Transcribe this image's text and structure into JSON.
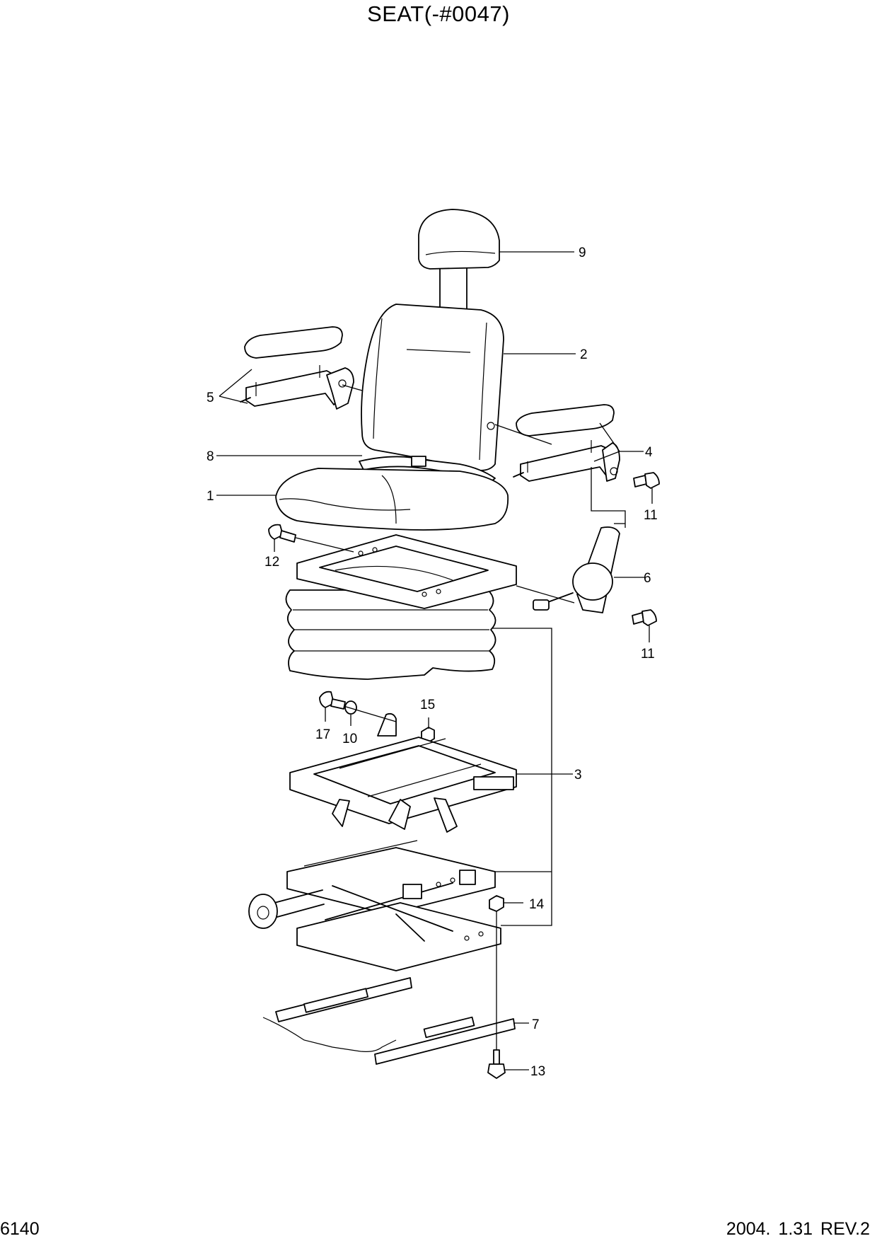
{
  "title": "SEAT(-#0047)",
  "page_number": "6140",
  "revision": "2004. 1.31  REV.2",
  "callouts": {
    "c1": "1",
    "c2": "2",
    "c3": "3",
    "c4": "4",
    "c5": "5",
    "c6": "6",
    "c7": "7",
    "c8": "8",
    "c9": "9",
    "c10": "10",
    "c11a": "11",
    "c11b": "11",
    "c12": "12",
    "c13": "13",
    "c14": "14",
    "c15": "15",
    "c17": "17"
  }
}
